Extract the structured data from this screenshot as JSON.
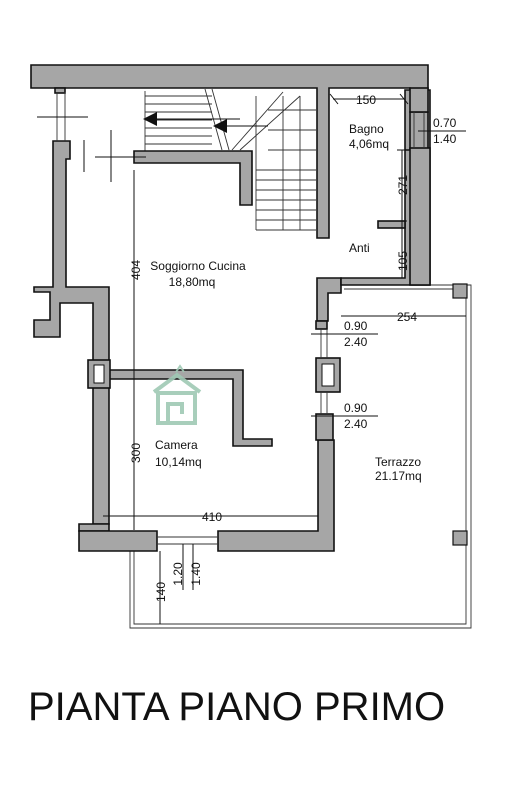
{
  "title": "PIANTA PIANO PRIMO",
  "rooms": {
    "living": {
      "name": "Soggiorno Cucina",
      "area": "18,80mq"
    },
    "bath": {
      "name": "Bagno",
      "area": "4,06mq"
    },
    "anti": {
      "name": "Anti"
    },
    "bedroom": {
      "name": "Camera",
      "area": "10,14mq"
    },
    "terrace": {
      "name": "Terrazzo",
      "area": "21.17mq"
    }
  },
  "dimensions": {
    "bath_width": "150",
    "bath_length": "271",
    "anti_length": "105",
    "living_length": "404",
    "bedroom_length": "300",
    "bedroom_width": "410",
    "terrace_width": "254",
    "terrace_depth": "140"
  },
  "windows": {
    "bath": {
      "width": "0.70",
      "height": "1.40"
    },
    "terrace_1": {
      "width": "0.90",
      "height": "2.40"
    },
    "terrace_2": {
      "width": "0.90",
      "height": "2.40"
    },
    "bedroom": {
      "width": "1.20",
      "height": "1.40"
    }
  },
  "colors": {
    "wall": "#a6a6a6",
    "logo": "#9fc9b4"
  },
  "icons": {
    "watermark": "house-logo-icon",
    "stairs": "stair-arrow-icon"
  }
}
